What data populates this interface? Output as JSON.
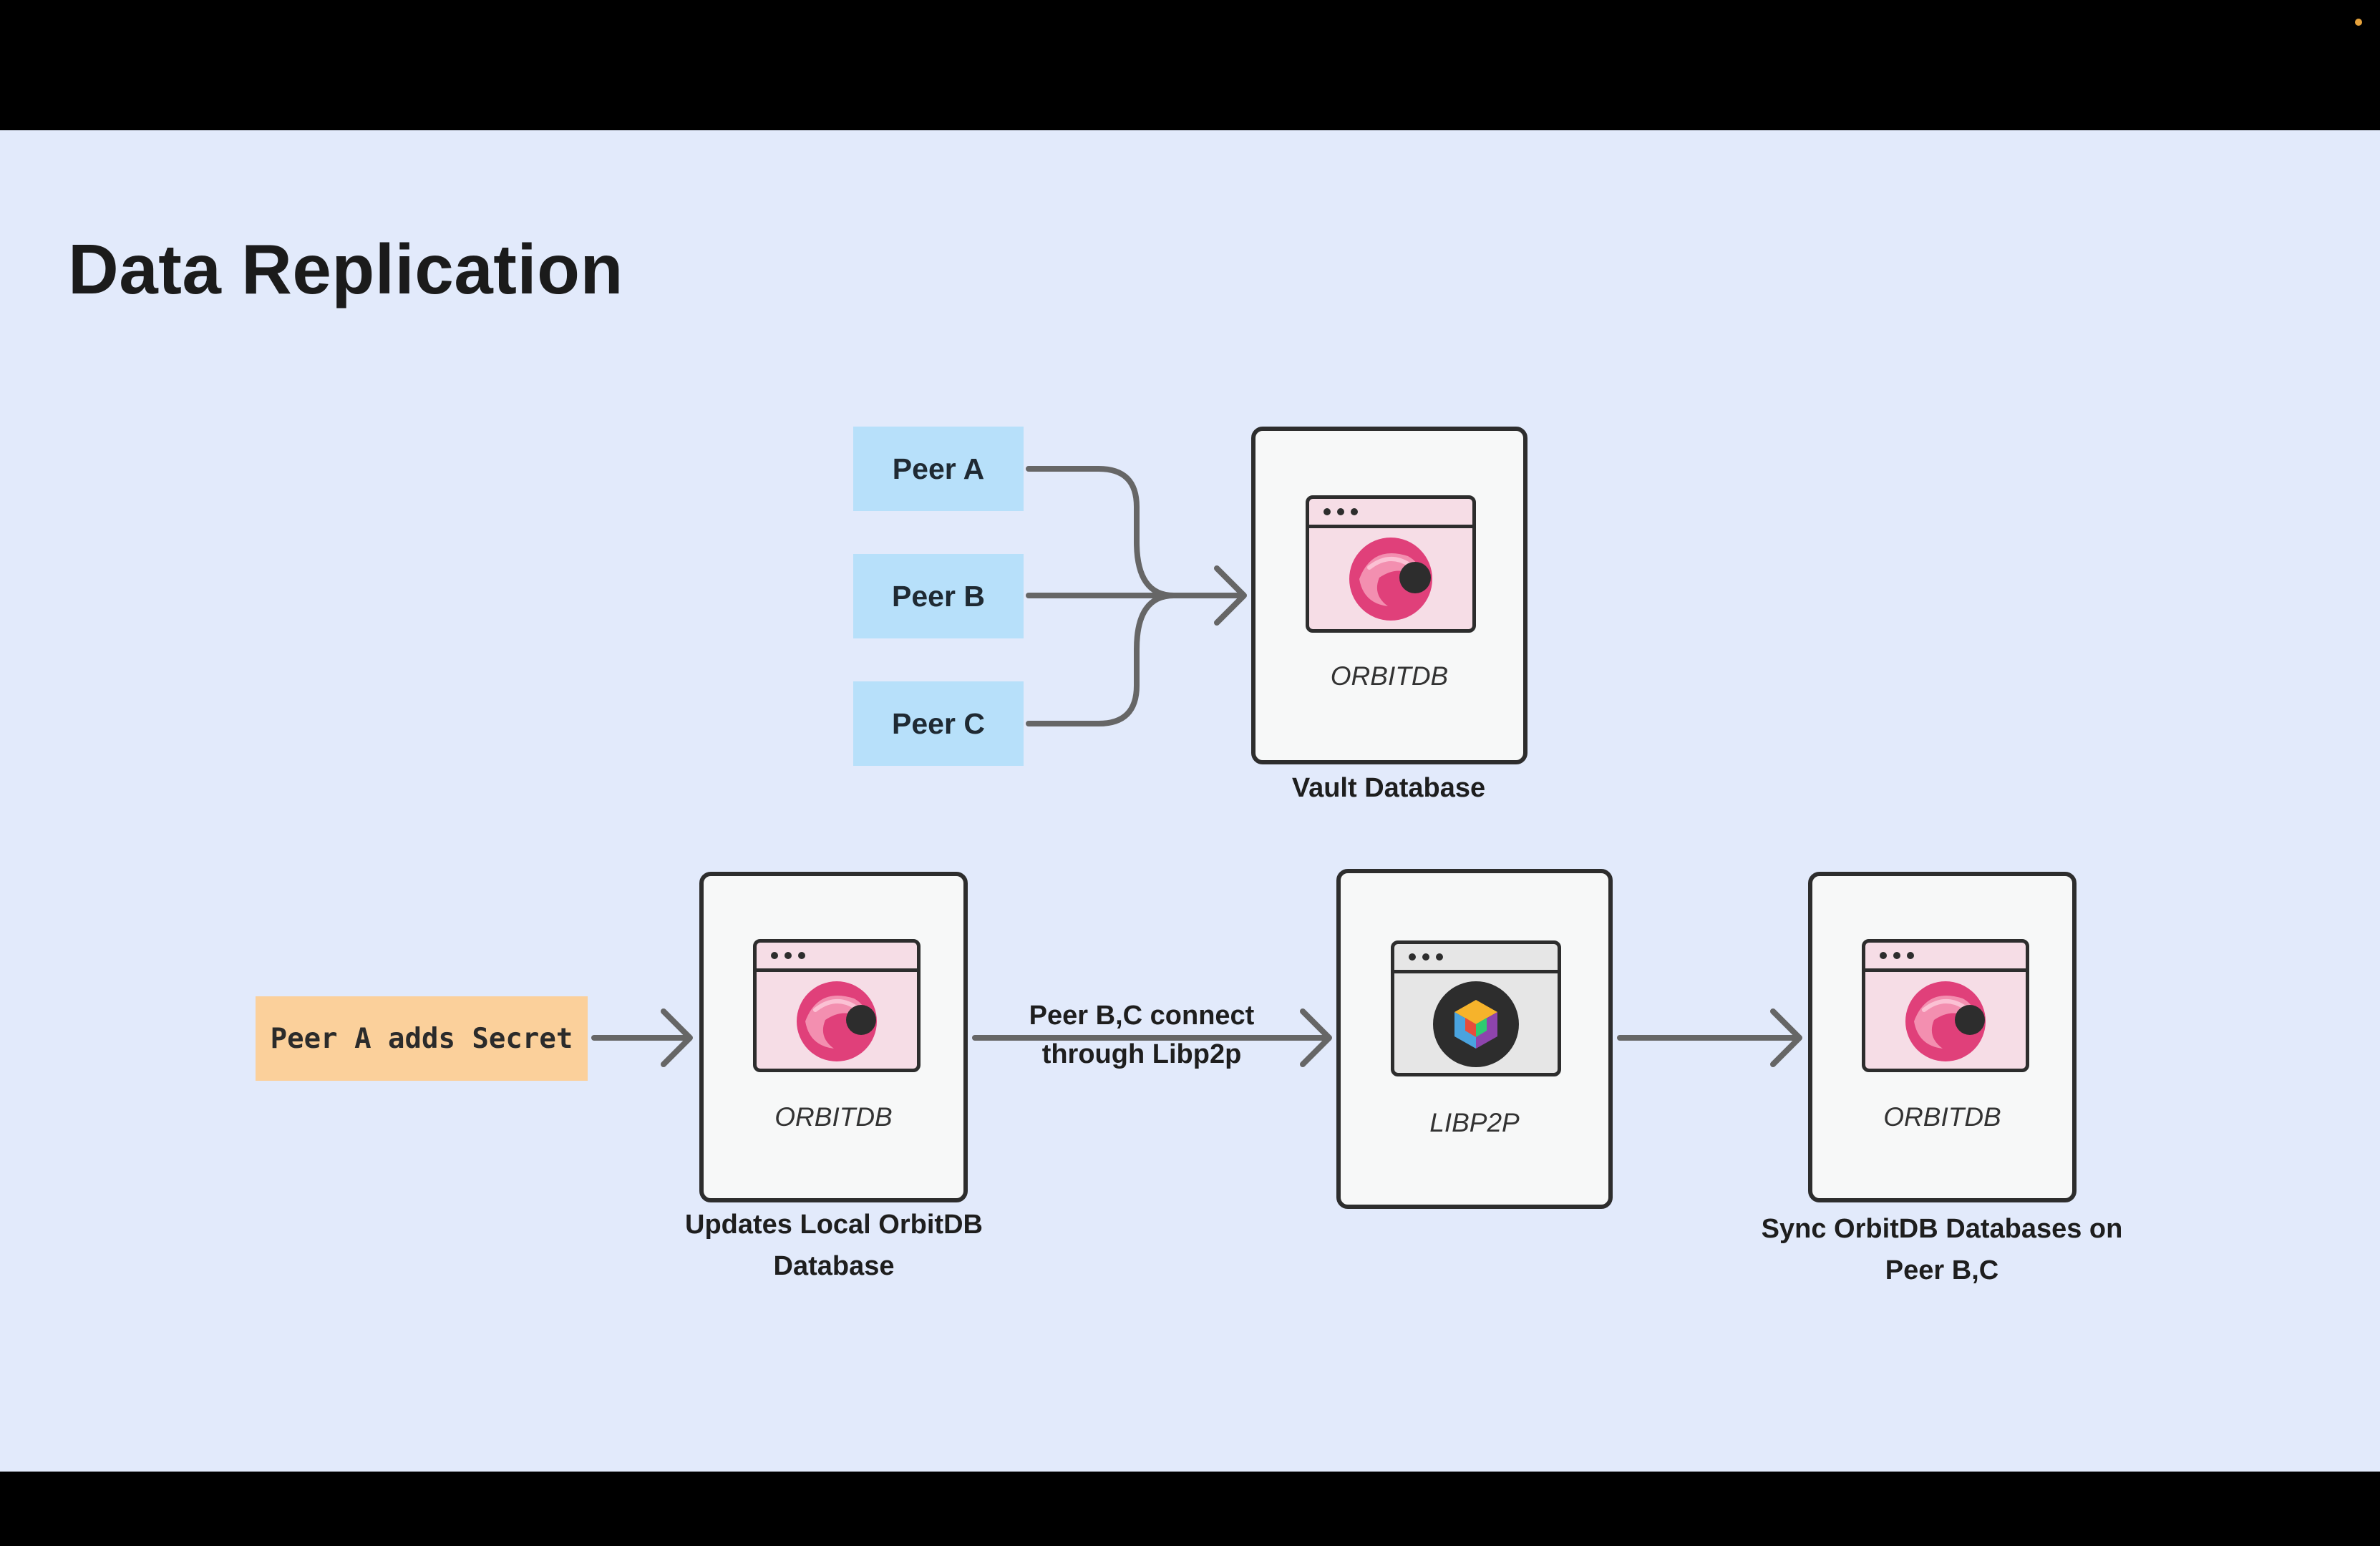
{
  "title": "Data Replication",
  "colors": {
    "background": "#e2eafb",
    "peer_box": "#b7e0fa",
    "secret_box": "#fbd09b",
    "arrow": "#666666",
    "card_border": "#2d2d2d"
  },
  "top_diagram": {
    "peers": [
      "Peer A",
      "Peer B",
      "Peer C"
    ],
    "database": {
      "icon": "orbitdb-logo-icon",
      "label": "ORBITDB",
      "caption": "Vault Database"
    }
  },
  "bottom_flow": {
    "start": "Peer A adds Secret",
    "local_db": {
      "icon": "orbitdb-logo-icon",
      "label": "ORBITDB",
      "caption_line1": "Updates Local OrbitDB",
      "caption_line2": "Database"
    },
    "connect_label_line1": "Peer B,C connect",
    "connect_label_line2": "through Libp2p",
    "network": {
      "icon": "libp2p-logo-icon",
      "label": "LIBP2P"
    },
    "remote_db": {
      "icon": "orbitdb-logo-icon",
      "label": "ORBITDB",
      "caption_line1": "Sync OrbitDB Databases on",
      "caption_line2": "Peer B,C"
    }
  }
}
